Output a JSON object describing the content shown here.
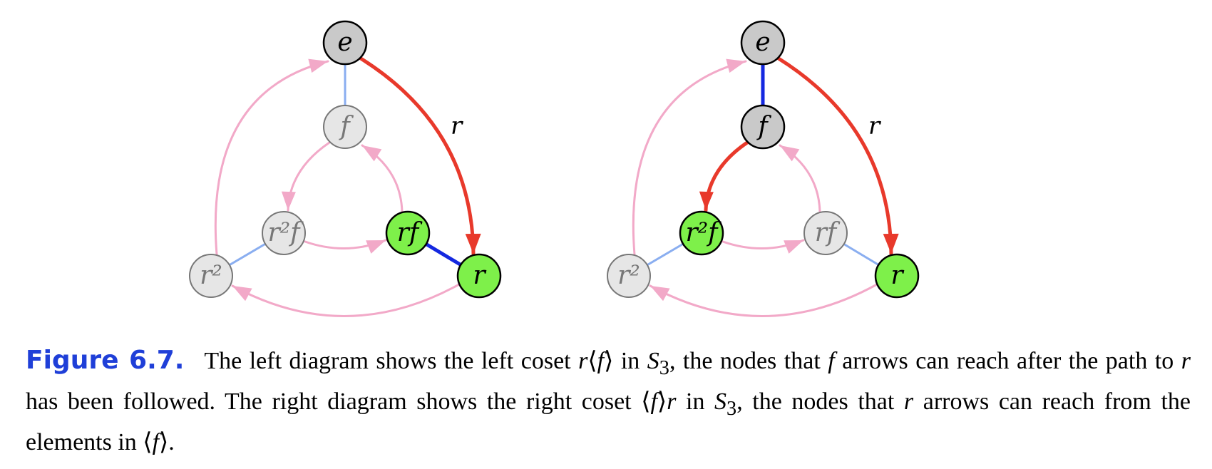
{
  "colors": {
    "red": "#e8392b",
    "pink": "#f2a9c8",
    "dark_blue": "#1428e0",
    "light_blue": "#8aaef0",
    "green": "#7ef04a",
    "gray_dark": "#c9c9c9",
    "gray_light": "#e6e6e6"
  },
  "diagrams": [
    {
      "node_labels": {
        "e": "e",
        "f": "f",
        "r2f": "r²f",
        "rf": "rf",
        "r2": "r²",
        "r": "r"
      },
      "node_styles": {
        "e": "dark",
        "f": "faded",
        "r2f": "faded",
        "rf": "green",
        "r2": "faded",
        "r": "green"
      },
      "edge_label": "r",
      "dark_blue_edge": "rf-r"
    },
    {
      "node_labels": {
        "e": "e",
        "f": "f",
        "r2f": "r²f",
        "rf": "rf",
        "r2": "r²",
        "r": "r"
      },
      "node_styles": {
        "e": "dark",
        "f": "dark",
        "r2f": "green",
        "rf": "faded",
        "r2": "faded",
        "r": "green"
      },
      "edge_label": "r",
      "dark_blue_edge": "e-f"
    }
  ],
  "caption": {
    "label": "Figure 6.7.",
    "parts": [
      " The left diagram shows the left coset ",
      "r",
      "⟨",
      "f",
      "⟩ in ",
      "S",
      "3",
      ", the nodes that ",
      "f",
      " arrows can reach after the path to ",
      "r",
      " has been followed. The right diagram shows the right coset ⟨",
      "f",
      "⟩",
      "r",
      " in ",
      "S",
      "3",
      ", the nodes that ",
      "r",
      " arrows can reach from the elements in ⟨",
      "f",
      "⟩."
    ]
  }
}
